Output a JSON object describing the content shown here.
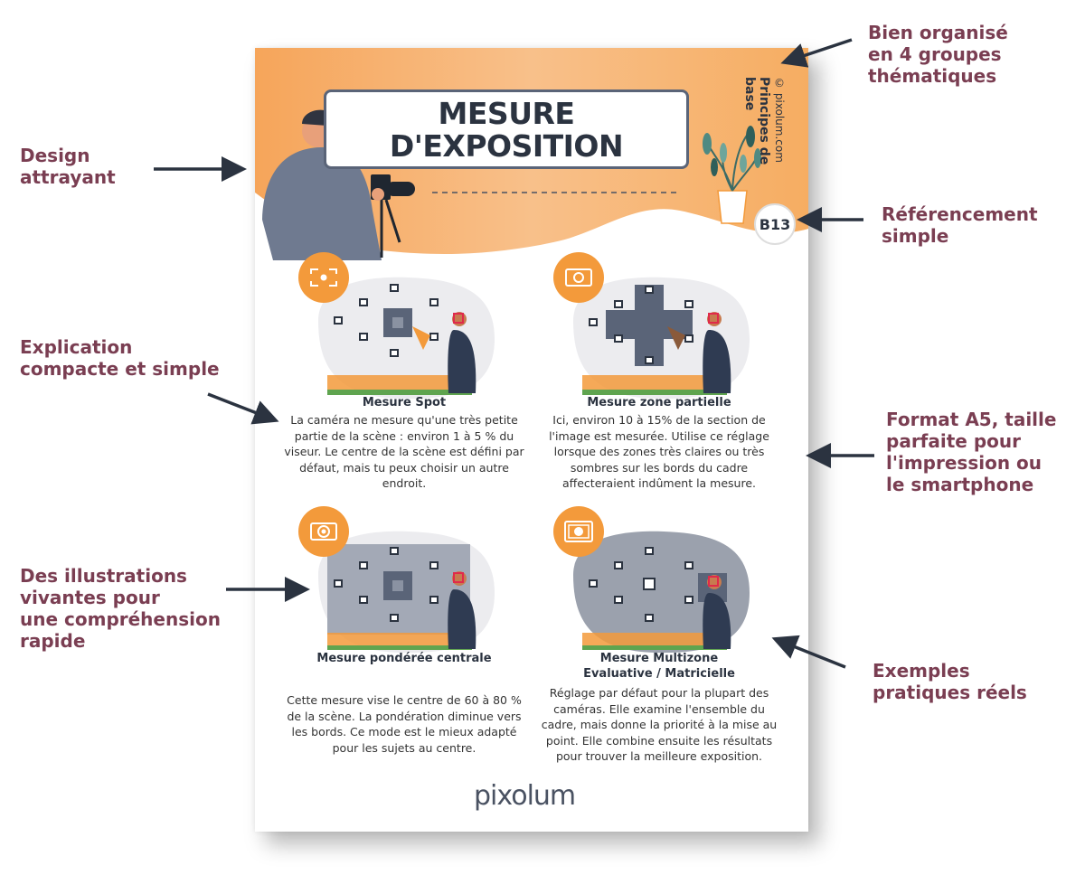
{
  "callouts": {
    "design": "Design\nattrayant",
    "explication": "Explication\ncompacte et simple",
    "illustrations": "Des illustrations\nvivantes pour\nune compréhension\nrapide",
    "organise": "Bien organisé\nen 4 groupes\nthématiques",
    "referencement": "Référencement\nsimple",
    "format": "Format A5, taille\nparfaite pour\nl'impression ou\nle smartphone",
    "exemples": "Exemples\npratiques réels"
  },
  "sheet": {
    "title": "MESURE\nD'EXPOSITION",
    "copyright": "© pixolum.com",
    "category": "Principes de",
    "category2": "base",
    "code": "B13",
    "logo": "pixolum",
    "accent_color": "#f39a3b",
    "cards": [
      {
        "icon": "spot-metering-icon",
        "title": "Mesure Spot",
        "body": "La caméra ne mesure qu'une très petite partie de la scène : environ 1 à 5 % du viseur. Le centre de la scène est défini par défaut, mais tu peux choisir un autre endroit."
      },
      {
        "icon": "partial-metering-icon",
        "title": "Mesure zone partielle",
        "body": "Ici, environ 10 à 15% de la section de l'image est mesurée. Utilise ce réglage lorsque des zones très claires ou très sombres sur les bords du cadre affecteraient indûment la mesure."
      },
      {
        "icon": "center-weighted-metering-icon",
        "title": "Mesure pondérée centrale",
        "body": "Cette mesure vise le centre de 60 à 80 % de la scène. La pondération diminue vers les bords. Ce mode est le mieux adapté pour les sujets au centre."
      },
      {
        "icon": "matrix-metering-icon",
        "title": "Mesure Multizone\nEvaluative / Matricielle",
        "body": "Réglage par défaut pour la plupart des caméras. Elle examine l'ensemble du cadre, mais donne la priorité à la mise au point. Elle combine ensuite les résultats pour trouver la meilleure exposition."
      }
    ]
  }
}
